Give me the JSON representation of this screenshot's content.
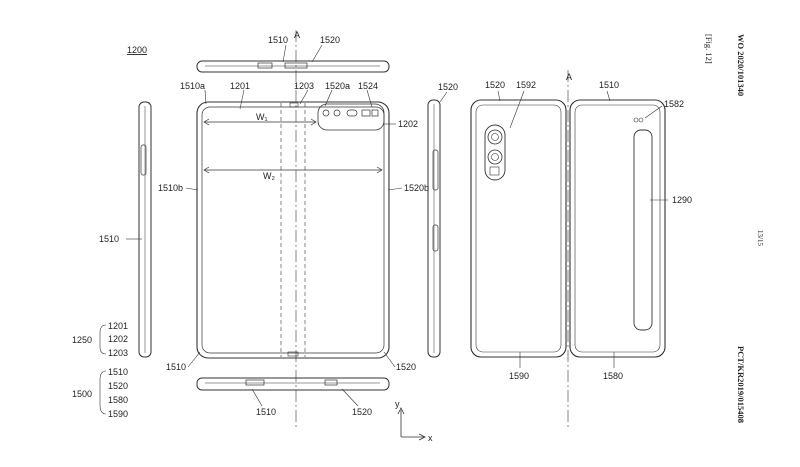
{
  "header": {
    "publication": "WO 2020/101340",
    "figure": "[Fig. 12]",
    "page": "13/15",
    "application": "PCT/KR2019/015408"
  },
  "figure_number": "1200",
  "section_axis": "A",
  "axes": {
    "x": "x",
    "y": "y"
  },
  "labels": {
    "top_1510": "1510",
    "top_1520": "1520",
    "r1510a": "1510a",
    "r1201": "1201",
    "r1203": "1203",
    "r1520a": "1520a",
    "r1524": "1524",
    "r1202": "1202",
    "w1": "W₁",
    "w2": "W₂",
    "r1510b": "1510b",
    "r1520b": "1520b",
    "left_1510": "1510",
    "front_bl_1510": "1510",
    "front_br_1520": "1520",
    "bot_1510": "1510",
    "bot_1520": "1520",
    "side_1520": "1520",
    "back_1520": "1520",
    "back_1592": "1592",
    "back_1510": "1510",
    "back_1582": "1582",
    "back_1290": "1290",
    "back_1590": "1590",
    "back_1580": "1580"
  },
  "legend": {
    "group_1250": {
      "label": "1250",
      "items": [
        "1201",
        "1202",
        "1203"
      ]
    },
    "group_1500": {
      "label": "1500",
      "items": [
        "1510",
        "1520",
        "1580",
        "1590"
      ]
    }
  }
}
